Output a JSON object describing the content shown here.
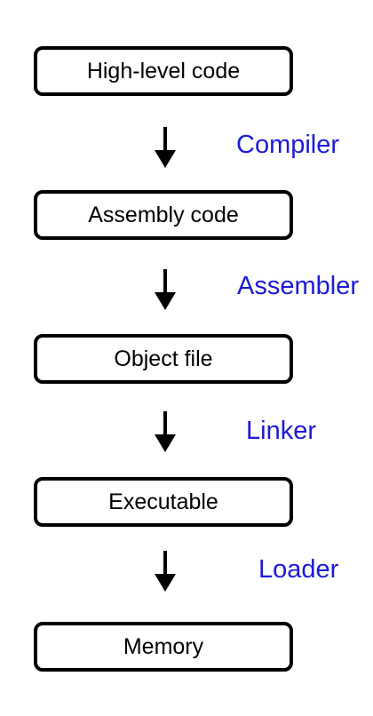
{
  "stages": [
    {
      "label": "High-level code"
    },
    {
      "label": "Assembly code"
    },
    {
      "label": "Object file"
    },
    {
      "label": "Executable"
    },
    {
      "label": "Memory"
    }
  ],
  "tools": [
    {
      "label": "Compiler"
    },
    {
      "label": "Assembler"
    },
    {
      "label": "Linker"
    },
    {
      "label": "Loader"
    }
  ],
  "colors": {
    "box_border": "#000000",
    "arrow": "#000000",
    "tool_label": "#1a1adb"
  }
}
